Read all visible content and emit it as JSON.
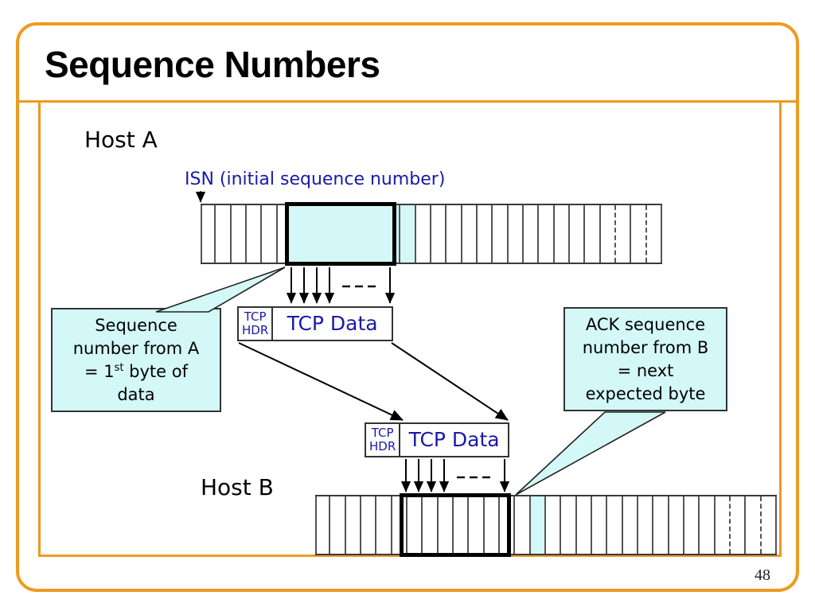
{
  "slide": {
    "title": "Sequence Numbers",
    "page_number": "48",
    "accent_color": "#ee9a22",
    "highlight_color": "#d4f8f8",
    "label_color": "#1a1aa8"
  },
  "hosts": {
    "a_label": "Host A",
    "b_label": "Host B"
  },
  "annotations": {
    "isn": "ISN (initial sequence number)",
    "ellipsis": "–––"
  },
  "packets": [
    {
      "name": "packet-from-a",
      "header_line1": "TCP",
      "header_line2": "HDR",
      "data_label": "TCP Data"
    },
    {
      "name": "packet-from-b",
      "header_line1": "TCP",
      "header_line2": "HDR",
      "data_label": "TCP Data"
    }
  ],
  "callouts": [
    {
      "name": "sequence-number-callout",
      "line1": "Sequence",
      "line2": "number from A",
      "line3_pre": "= 1",
      "line3_sup": "st",
      "line3_post": " byte of",
      "line4": "data"
    },
    {
      "name": "ack-sequence-callout",
      "line1": "ACK sequence",
      "line2": "number from B",
      "line3": "= next",
      "line4": "expected byte"
    }
  ],
  "streams": {
    "host_a": {
      "cell_count": 30,
      "window_start_index": 6,
      "window_length": 8,
      "window_filled": true,
      "dashed_indices": [
        26,
        28
      ]
    },
    "host_b": {
      "cell_count": 30,
      "window_start_index": 6,
      "window_length": 8,
      "window_filled": false,
      "ack_cell_index": 14,
      "dashed_indices": [
        26,
        28
      ]
    }
  }
}
